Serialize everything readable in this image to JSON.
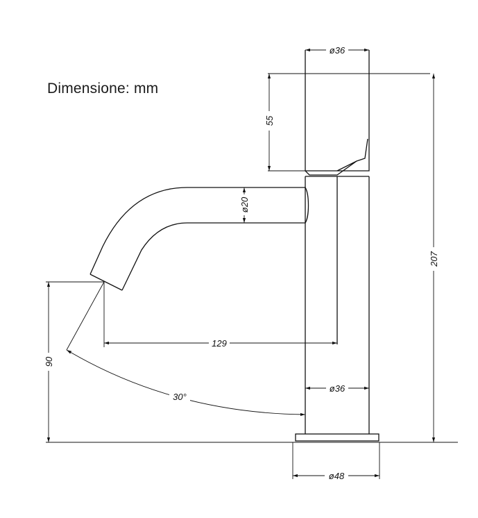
{
  "caption": "Dimensione: mm",
  "dimensions": {
    "top_diameter": "ø36",
    "handle_height": "55",
    "spout_diameter": "ø20",
    "total_height": "207",
    "spout_reach": "129",
    "body_diameter": "ø36",
    "spout_angle": "30°",
    "outlet_height": "90",
    "base_diameter": "ø48"
  },
  "colors": {
    "line": "#111111",
    "background": "#ffffff"
  }
}
